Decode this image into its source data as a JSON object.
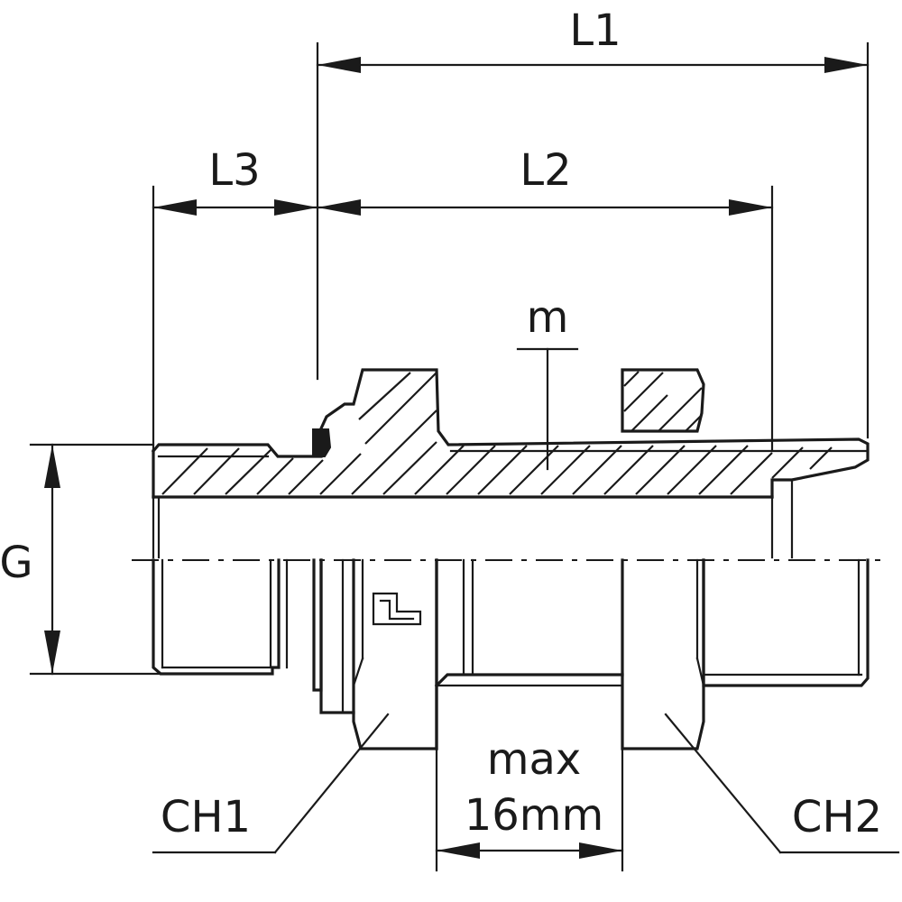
{
  "labels": {
    "l1": "L1",
    "l2": "L2",
    "l3": "L3",
    "m": "m",
    "g": "G",
    "ch1": "CH1",
    "ch2": "CH2",
    "max_line1": "max",
    "max_line2": "16mm"
  }
}
